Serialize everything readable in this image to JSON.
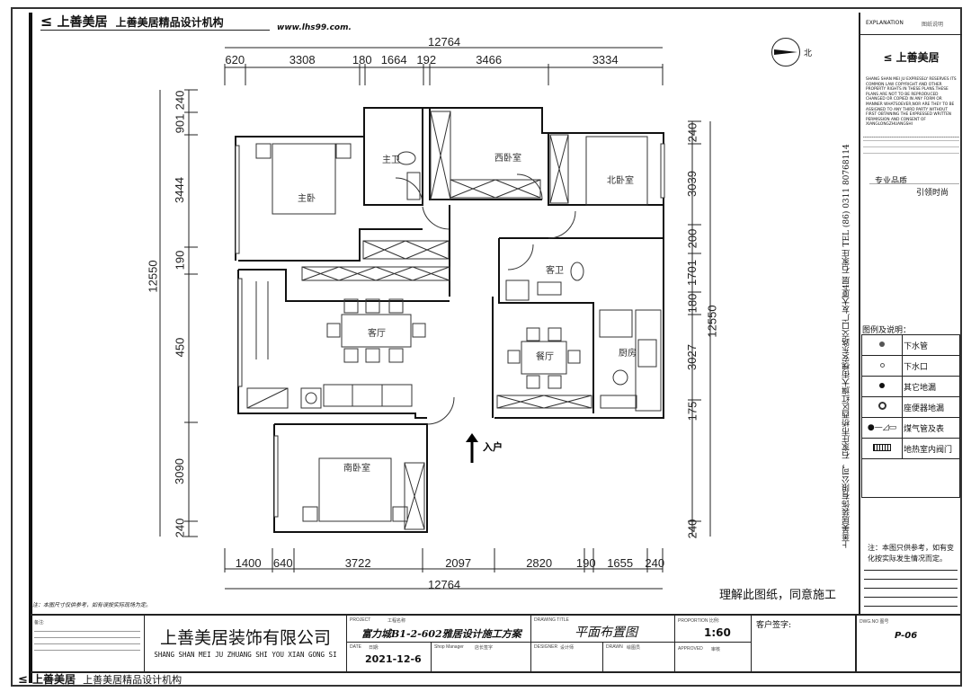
{
  "header": {
    "brand_logo_text": "上善美居",
    "brand_slogan": "上善美居精品设计机构",
    "website": "www.lhs99.com."
  },
  "compass": {
    "north_label": "北"
  },
  "dimensions": {
    "top_total": "12764",
    "top_segments": [
      "620",
      "3308",
      "180",
      "1664",
      "192",
      "3466",
      "3334"
    ],
    "bottom_total": "12764",
    "bottom_segments": [
      "1400",
      "640",
      "3722",
      "2097",
      "2820",
      "190",
      "1655",
      "240"
    ],
    "left_total": "12550",
    "left_segments": [
      "240",
      "901",
      "3444",
      "190",
      "450",
      "3090",
      "240"
    ],
    "right_total": "12550",
    "right_segments": [
      "240",
      "3039",
      "200",
      "1701",
      "180",
      "3027",
      "175",
      "240"
    ]
  },
  "rooms": {
    "master_bedroom": "主卧",
    "master_bath": "主卫",
    "west_bedroom": "西卧室",
    "north_bedroom": "北卧室",
    "guest_bath": "客卫",
    "living_room": "客厅",
    "dining_room": "餐厅",
    "kitchen": "厨房",
    "south_bedroom": "南卧室",
    "entrance": "入户"
  },
  "notes": {
    "dimension_note": "注：本图尺寸仅供参考，如有误按实际现场为定。",
    "approval": "理解此图纸，同意施工"
  },
  "side_panel": {
    "explanation_en": "EXPLANATION",
    "explanation_cn": "图纸说明",
    "logo_text": "上善美居",
    "copyright": "SHANG SHAN MEI JU EXPRESSLY RESERVES ITS COMMON LAW COPYRIGHT AND OTHER PROPERTY RIGHTS IN THESE PLANS.THESE PLANS ARE NOT TO BE REPRODUCED CHANGED OR COPIED IN ANY FORM OR MANNER WHATSOEVER,NOR ARE THEY TO BE ASSIGNED TO ANY THIRD PARTY WITHOUT FIRST OBTAINING THE EXPRESSED WRITTEN PERMISSION AND CONSENT OF XIANGLONGZHUANGSHI",
    "motto_1": "专业品质",
    "motto_2": "引领时尚",
    "address": "上善美居装饰有限公司，石家庄市桥西区红旗大街槐安东路交口广友大厦4层    石家庄    TEL (86) 0311 80768114",
    "legend_title": "图例及说明：",
    "legend": [
      {
        "icon": "drain-pipe",
        "label": "下水管"
      },
      {
        "icon": "drain-outlet",
        "label": "下水口"
      },
      {
        "icon": "floor-drain",
        "label": "其它地漏"
      },
      {
        "icon": "toilet-floor-drain",
        "label": "座便器地漏"
      },
      {
        "icon": "gas-pipe-meter",
        "label": "煤气管及表"
      },
      {
        "icon": "floor-heating-valve",
        "label": "地热室内阀门"
      }
    ],
    "reference_note": "注：本图只供参考，如有变化按实际发生情况而定。"
  },
  "title_block": {
    "remarks_label": "备注:",
    "company_cn": "上善美居装饰有限公司",
    "company_pinyin": "SHANG SHAN MEI JU ZHUANG SHI YOU XIAN GONG SI",
    "project_label_en": "PROJECT",
    "project_label_cn": "工程名称",
    "project_name": "富力城B1-2-602雅居设计施工方案",
    "date_label_en": "DATE",
    "date_label_cn": "日期:",
    "date": "2021-12-6",
    "shop_manager_label": "Shop Manager",
    "shop_manager_cn": "店长签字",
    "drawing_title_label": "DRAWING TITLE",
    "drawing_title": "平面布置图",
    "designer_label": "DESIGNER",
    "designer_cn": "设计师",
    "drawn_label": "DRAWN",
    "drawn_cn": "绘图员",
    "proportion_label": "PROPORTION 比例:",
    "proportion": "1:60",
    "approved_label": "APPROVED",
    "approved_cn": "审核",
    "client_sign_label": "客户签字:",
    "dwg_no_label": "DWG.NO 图号",
    "dwg_no": "P-06"
  },
  "footer": {
    "brand_logo_text": "上善美居",
    "brand_slogan": "上善美居精品设计机构"
  }
}
